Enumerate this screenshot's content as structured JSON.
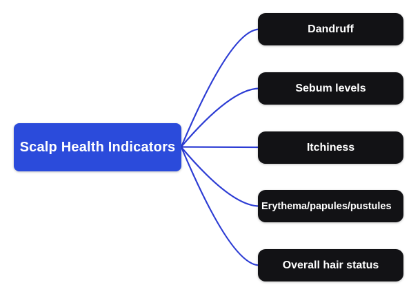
{
  "diagram": {
    "type": "mindmap",
    "root": {
      "label": "Scalp Health Indicators"
    },
    "branches": [
      {
        "label": "Dandruff"
      },
      {
        "label": "Sebum levels"
      },
      {
        "label": "Itchiness"
      },
      {
        "label": "Erythema/papules/pustules"
      },
      {
        "label": "Overall hair status"
      }
    ],
    "colors": {
      "root_fill": "#2b4bdb",
      "branch_fill": "#121215",
      "edge": "#2c3cd4",
      "text": "#ffffff",
      "background": "#ffffff"
    }
  }
}
